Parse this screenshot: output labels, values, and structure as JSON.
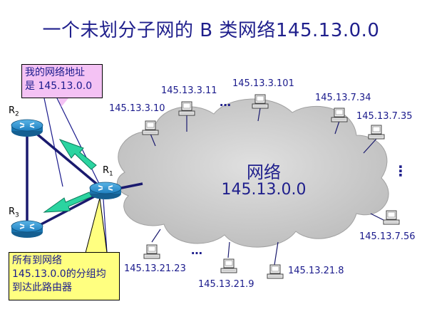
{
  "title": "一个未划分子网的 B 类网络145.13.0.0",
  "callouts": {
    "top": [
      "我的网络地址",
      "是 145.13.0.0"
    ],
    "bottom": [
      "所有到网络",
      "145.13.0.0的分组均",
      "到达此路由器"
    ]
  },
  "routers": {
    "r1": {
      "letter": "R",
      "sub": "1"
    },
    "r2": {
      "letter": "R",
      "sub": "2"
    },
    "r3": {
      "letter": "R",
      "sub": "3"
    }
  },
  "network": {
    "name": "网络",
    "address": "145.13.0.0"
  },
  "hosts": {
    "h1": "145.13.3.10",
    "h2": "145.13.3.11",
    "h3": "145.13.3.101",
    "h4": "145.13.7.34",
    "h5": "145.13.7.35",
    "h6": "145.13.7.56",
    "h7": "145.13.21.23",
    "h8": "145.13.21.9",
    "h9": "145.13.21.8"
  },
  "ellipsis": {
    "top": "…",
    "bottom": "…",
    "right": "⋮"
  },
  "colors": {
    "title": "#1f1f8c",
    "label": "#1a1a8c",
    "cloud_fill": "#c8c8c8",
    "arrow": "#2bd4a0",
    "router": "#1e8fcf",
    "callout_top_bg": "#f4c2f4",
    "callout_bottom_bg": "#ffff80"
  }
}
